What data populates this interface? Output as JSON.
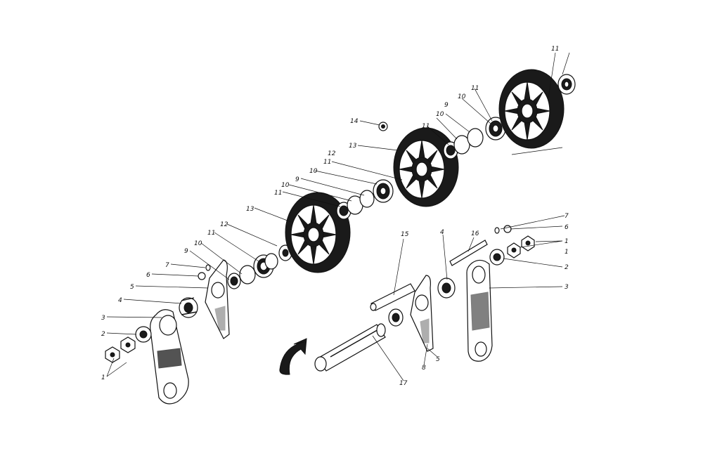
{
  "diagram": {
    "callouts": {
      "c1a": "1",
      "c1b": "1",
      "c2a": "2",
      "c2b": "2",
      "c3a": "3",
      "c3b": "3",
      "c4a": "4",
      "c4b": "4",
      "c5a": "5",
      "c5b": "5",
      "c6a": "6",
      "c6b": "6",
      "c7a": "7",
      "c7b": "7",
      "c8": "8",
      "c9a": "9",
      "c9b": "9",
      "c9c": "9",
      "c10a": "10",
      "c10b": "10",
      "c10c": "10",
      "c11a": "11",
      "c11b": "11",
      "c11c": "11",
      "c11d": "11",
      "c11e": "11",
      "c12a": "12",
      "c12b": "12",
      "c13a": "13",
      "c13b": "13",
      "c14": "14",
      "c15": "15",
      "c16": "16",
      "c17": "17"
    }
  }
}
